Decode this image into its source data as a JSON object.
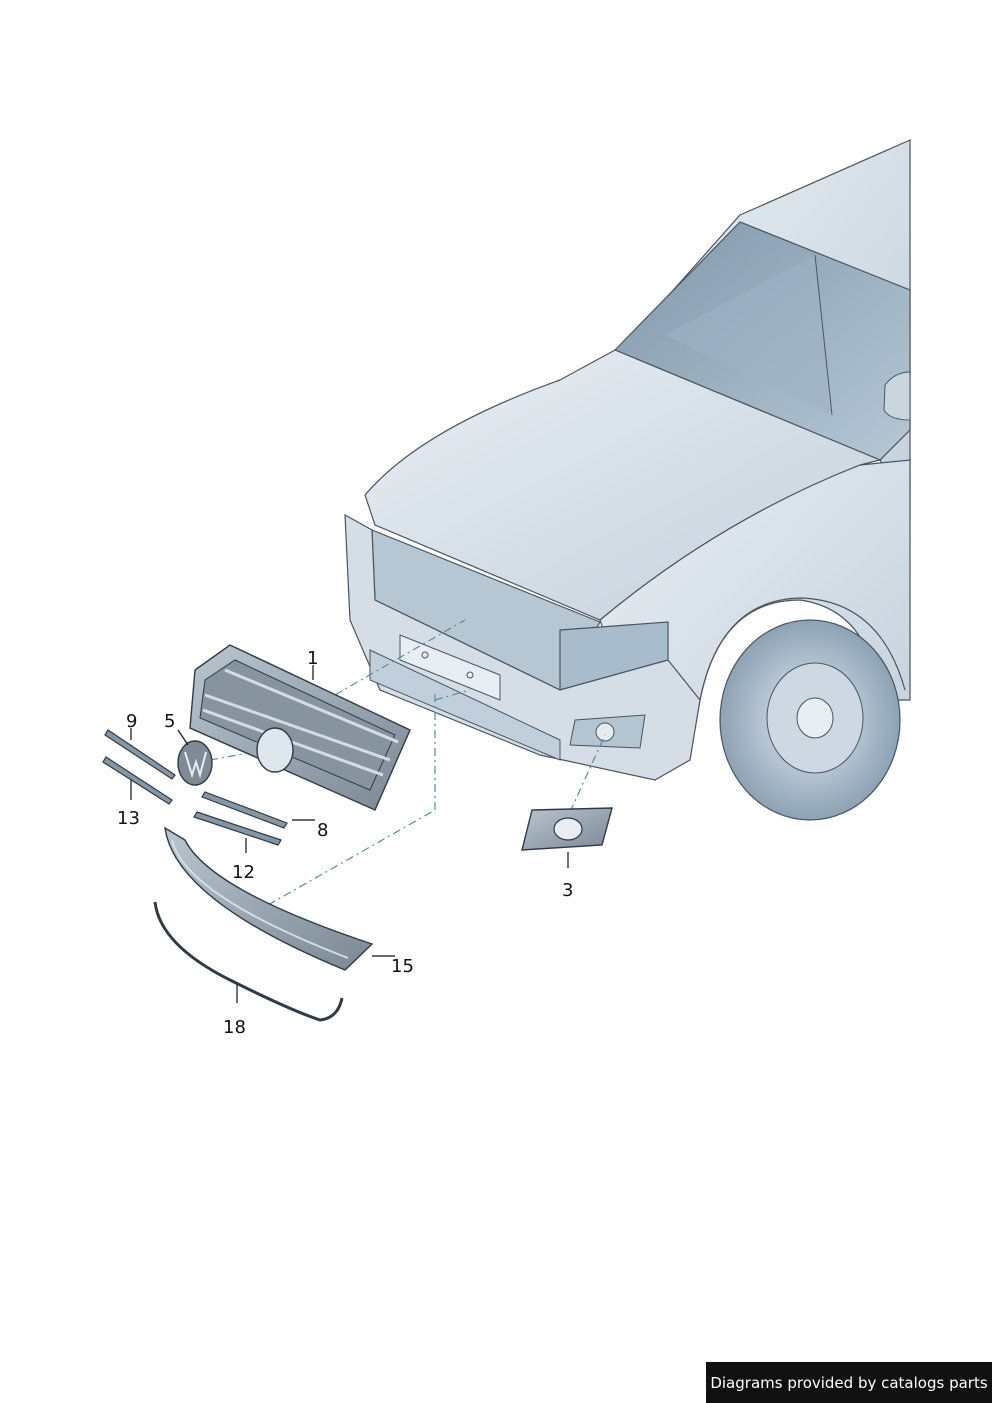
{
  "callouts": {
    "p1": "1",
    "p3": "3",
    "p5": "5",
    "p8": "8",
    "p9": "9",
    "p12": "12",
    "p13": "13",
    "p15": "15",
    "p18": "18"
  },
  "credit": "Diagrams provided by catalogs parts",
  "colors": {
    "body_fill": "#dde5ec",
    "body_shade": "#c8d4df",
    "glass": "#8fa6b8",
    "outline": "#4a5560",
    "part_fill": "#9aa8b4",
    "part_dark": "#5c6873",
    "leader": "#5a8aa0"
  }
}
